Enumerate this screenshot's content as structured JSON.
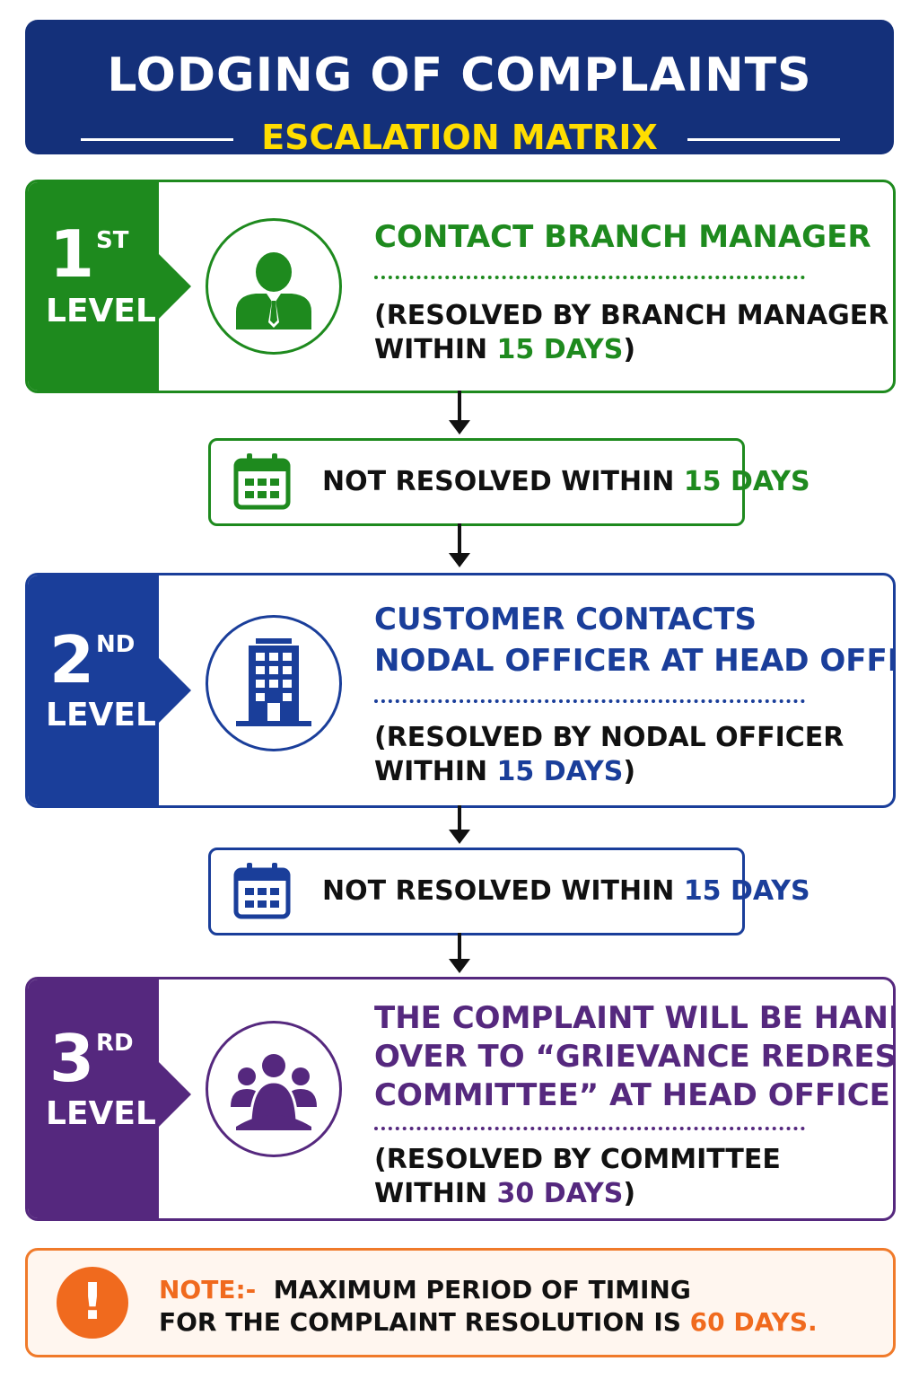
{
  "header": {
    "title": "LODGING OF COMPLAINTS",
    "subtitle": "ESCALATION MATRIX"
  },
  "levels": [
    {
      "number": "1",
      "suffix": "ST",
      "level_word": "LEVEL",
      "heading_lines": [
        "CONTACT BRANCH MANAGER"
      ],
      "detail_line1": "(RESOLVED BY BRANCH MANAGER",
      "detail_prefix": "WITHIN ",
      "detail_days": "15 DAYS",
      "detail_suffix": ")",
      "icon": "person-icon",
      "color": "#1e8a1e"
    },
    {
      "number": "2",
      "suffix": "ND",
      "level_word": "LEVEL",
      "heading_lines": [
        "CUSTOMER CONTACTS",
        "NODAL OFFICER AT HEAD OFFICE"
      ],
      "detail_line1": "(RESOLVED BY NODAL OFFICER",
      "detail_prefix": "WITHIN ",
      "detail_days": "15 DAYS",
      "detail_suffix": ")",
      "icon": "building-icon",
      "color": "#1a3e9a"
    },
    {
      "number": "3",
      "suffix": "RD",
      "level_word": "LEVEL",
      "heading_lines": [
        "THE COMPLAINT WILL BE HANDED",
        "OVER TO “GRIEVANCE REDRESSAL",
        "COMMITTEE” AT HEAD OFFICE"
      ],
      "detail_line1": "(RESOLVED BY COMMITTEE",
      "detail_prefix": "WITHIN ",
      "detail_days": "30 DAYS",
      "detail_suffix": ")",
      "icon": "group-icon",
      "color": "#55287e"
    }
  ],
  "escalations": [
    {
      "prefix": "NOT RESOLVED WITHIN ",
      "days": "15 DAYS",
      "icon": "calendar-icon",
      "color": "#1e8a1e"
    },
    {
      "prefix": "NOT RESOLVED WITHIN ",
      "days": "15 DAYS",
      "icon": "calendar-icon",
      "color": "#1a3e9a"
    }
  ],
  "note": {
    "label": "NOTE:-",
    "line1_text": "MAXIMUM PERIOD OF TIMING",
    "line2_prefix": "FOR THE COMPLAINT RESOLUTION IS ",
    "line2_days": "60 DAYS.",
    "icon": "exclamation-icon",
    "accent": "#f06a1e"
  },
  "colors": {
    "header_bg": "#14307a",
    "header_accent": "#ffdd00"
  }
}
